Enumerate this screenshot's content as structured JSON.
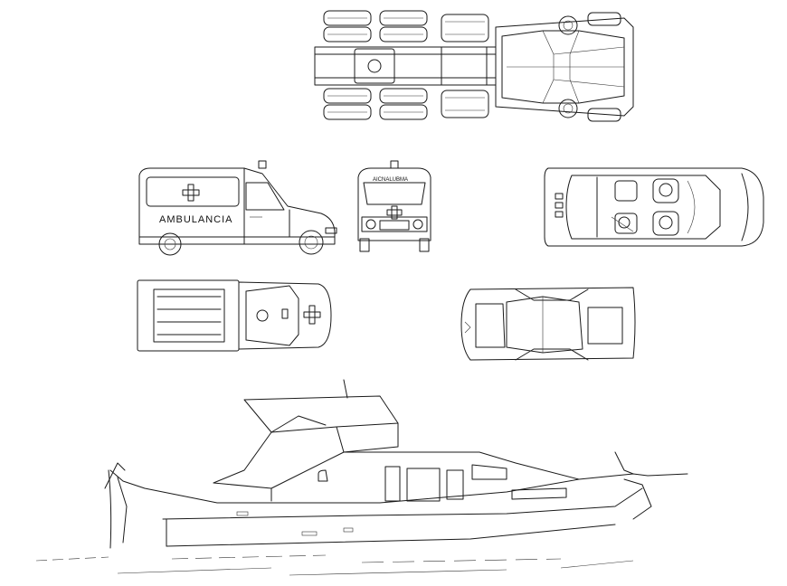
{
  "drawing": {
    "background": "#ffffff",
    "line_color": "#1a1a1a"
  },
  "ambulance": {
    "side_label": "AMBULANCIA",
    "front_label": "AICNALUBMA"
  },
  "views": [
    "truck-top-view",
    "ambulance-side-view",
    "ambulance-front-view",
    "car-interior-top-view",
    "ambulance-top-view",
    "car-top-view",
    "yacht-side-view"
  ]
}
